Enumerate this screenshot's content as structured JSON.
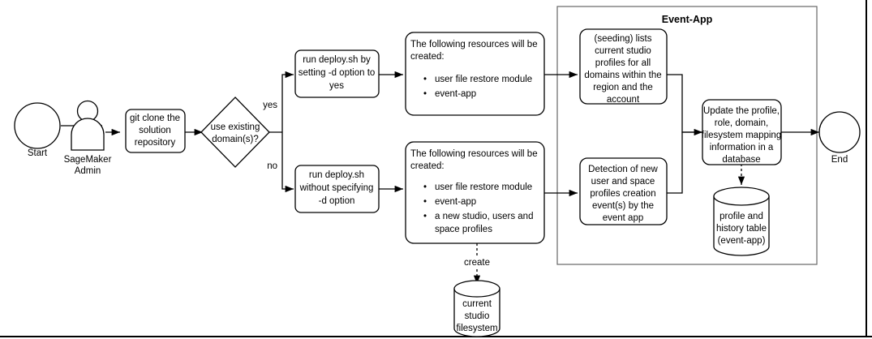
{
  "diagram": {
    "type": "flowchart",
    "container_label": "Event-App",
    "nodes": {
      "start": {
        "label": "Start",
        "shape": "circle"
      },
      "actor": {
        "label_line1": "SageMaker",
        "label_line2": "Admin",
        "shape": "actor"
      },
      "git_clone": {
        "lines": [
          "git clone the",
          "solution",
          "repository"
        ],
        "shape": "rounded-rect"
      },
      "decision": {
        "lines": [
          "use existing",
          "domain(s)?"
        ],
        "shape": "diamond"
      },
      "deploy_yes": {
        "lines": [
          "run deploy.sh by",
          "setting -d option to",
          "yes"
        ],
        "shape": "rounded-rect"
      },
      "deploy_no": {
        "lines": [
          "run deploy.sh",
          "without specifying",
          "-d option"
        ],
        "shape": "rounded-rect"
      },
      "resources_yes": {
        "heading_lines": [
          "The following resources will be",
          "created:"
        ],
        "bullets": [
          "user file restore module",
          "event-app"
        ],
        "shape": "rounded-rect"
      },
      "resources_no": {
        "heading_lines": [
          "The following resources will be",
          "created:"
        ],
        "bullets": [
          "user file restore module",
          "event-app",
          "a new studio, users and|space profiles"
        ],
        "shape": "rounded-rect"
      },
      "seeding": {
        "lines": [
          "(seeding) lists",
          "current studio",
          "profiles for all",
          "domains within the",
          "region and the",
          "account"
        ],
        "shape": "rounded-rect"
      },
      "detection": {
        "lines": [
          "Detection of new",
          "user and space",
          "profiles creation",
          "event(s) by the",
          "event app"
        ],
        "shape": "rounded-rect"
      },
      "update_db": {
        "lines": [
          "Update the profile,",
          "role, domain,",
          "filesystem mapping",
          "information in a",
          "database"
        ],
        "shape": "rounded-rect"
      },
      "db_profile_history": {
        "lines": [
          "profile and",
          "history table",
          "(event-app)"
        ],
        "shape": "cylinder"
      },
      "db_current_studio": {
        "lines": [
          "current",
          "studio",
          "filesystem"
        ],
        "shape": "cylinder"
      },
      "end": {
        "label": "End",
        "shape": "circle"
      }
    },
    "edge_labels": {
      "yes": "yes",
      "no": "no",
      "create": "create"
    },
    "colors": {
      "stroke": "#000000",
      "container_stroke": "#666666",
      "fill": "#ffffff",
      "text": "#000000"
    }
  }
}
